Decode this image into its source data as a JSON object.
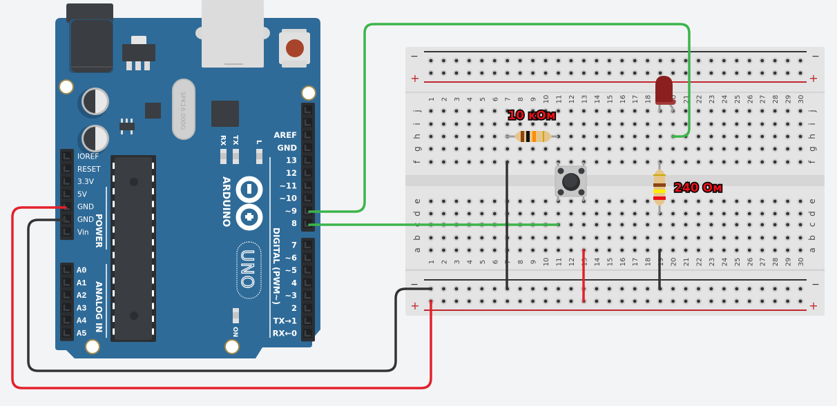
{
  "canvas": {
    "background": "#f3f4f6"
  },
  "arduino": {
    "board_color": "#2f6b98",
    "brand": "ARDUINO",
    "model": "UNO",
    "crystal_label": "SPK16.000G",
    "led_labels": {
      "rx": "RX",
      "tx": "TX",
      "l": "L",
      "on": "ON"
    },
    "power_section_label": "POWER",
    "analog_section_label": "ANALOG IN",
    "digital_section_label": "DIGITAL (PWM~)",
    "power_pins": [
      "IOREF",
      "RESET",
      "3.3V",
      "5V",
      "GND",
      "GND",
      "Vin"
    ],
    "analog_pins": [
      "A0",
      "A1",
      "A2",
      "A3",
      "A4",
      "A5"
    ],
    "digital_top_pins": [
      "",
      "",
      "AREF",
      "GND",
      "13",
      "12",
      "~11",
      "~10",
      "~9",
      "8"
    ],
    "digital_bottom_pins": [
      "7",
      "~6",
      "~5",
      "4",
      "~3",
      "2",
      "TX→1",
      "RX←0"
    ]
  },
  "breadboard": {
    "columns": 30,
    "rows_top": [
      "j",
      "i",
      "h",
      "g",
      "f"
    ],
    "rows_bottom": [
      "e",
      "d",
      "c",
      "b",
      "a"
    ],
    "rail_minus": "−",
    "rail_plus": "+",
    "rail_minus_color": "#333333",
    "rail_plus_color": "#c0262d"
  },
  "components": {
    "resistor_10k": {
      "label": "10 кОм",
      "bands": [
        "#8b4513",
        "#111111",
        "#ff8c00",
        "#c8a800"
      ]
    },
    "resistor_240": {
      "label": "240 Ом",
      "bands": [
        "#c8a800",
        "#8b4513",
        "#ffee00",
        "#e8101a"
      ]
    },
    "led": {
      "color": "#8b1f1f"
    },
    "pushbutton": {
      "label": ""
    }
  },
  "wires": [
    {
      "name": "wire-pin9-to-led",
      "color": "#3cb44b"
    },
    {
      "name": "wire-pin8-to-button",
      "color": "#3cb44b"
    },
    {
      "name": "wire-5v-to-plus-rail",
      "color": "#e3212b"
    },
    {
      "name": "wire-gnd-to-minus-rail",
      "color": "#333333"
    },
    {
      "name": "wire-col7-to-minus",
      "color": "#333333"
    },
    {
      "name": "wire-col13-to-plus",
      "color": "#e3212b"
    },
    {
      "name": "wire-col19-to-minus",
      "color": "#333333"
    }
  ]
}
